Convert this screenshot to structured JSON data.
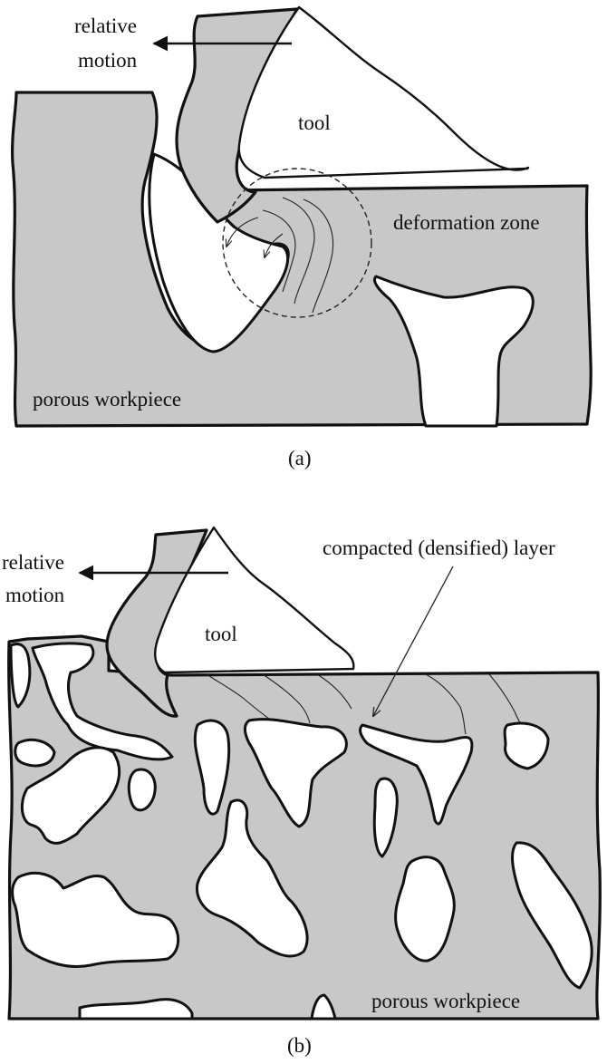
{
  "figure": {
    "panel_a": {
      "caption": "(a)",
      "labels": {
        "motion_line1": "relative",
        "motion_line2": "motion",
        "tool": "tool",
        "deformation_zone": "deformation zone",
        "workpiece": "porous workpiece"
      }
    },
    "panel_b": {
      "caption": "(b)",
      "labels": {
        "motion_line1": "relative",
        "motion_line2": "motion",
        "tool": "tool",
        "compacted_layer": "compacted (densified) layer",
        "workpiece": "porous workpiece"
      }
    },
    "colors": {
      "material": "#c8c8c8",
      "outline": "#111111",
      "pore": "#ffffff"
    }
  }
}
